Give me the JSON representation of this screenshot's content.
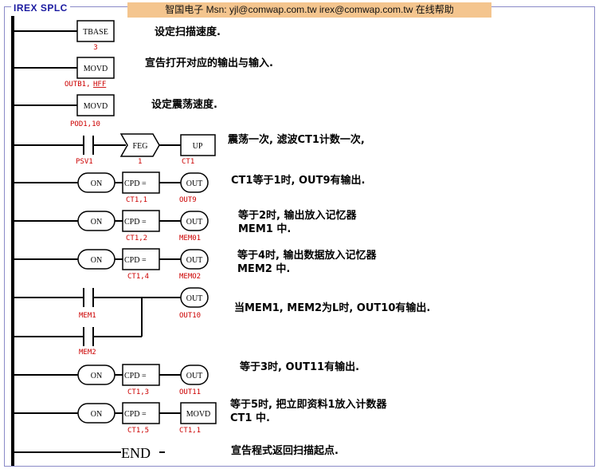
{
  "app": {
    "title": "IREX SPLC"
  },
  "banner": {
    "text": "智国电子    Msn: yjl@comwap.com.tw    irex@comwap.com.tw  在线帮助"
  },
  "rungs": [
    {
      "box": "TBASE",
      "label": "3",
      "comment": "设定扫描速度."
    },
    {
      "box": "MOVD",
      "label_a": "OUTB1,",
      "label_b": "HFF",
      "comment": "宣告打开对应的输出与输入."
    },
    {
      "box": "MOVD",
      "label": "POD1,10",
      "comment": "设定震荡速度."
    },
    {
      "contact_label": "PSV1",
      "feg": "FEG",
      "feg_label": "1",
      "up": "UP",
      "up_label": "CT1",
      "comment": "震荡一次, 滤波CT1计数一次,"
    },
    {
      "on": "ON",
      "cpd": "CPD =",
      "cpd_label": "CT1,1",
      "out": "OUT",
      "out_label": "OUT9",
      "comment": "CT1等于1时, OUT9有输出."
    },
    {
      "on": "ON",
      "cpd": "CPD =",
      "cpd_label": "CT1,2",
      "out": "OUT",
      "out_label": "MEM01",
      "comment": "等于2时, 输出放入记忆器",
      "comment2": "MEM1 中."
    },
    {
      "on": "ON",
      "cpd": "CPD =",
      "cpd_label": "CT1,4",
      "out": "OUT",
      "out_label": "MEMO2",
      "comment": "等于4时, 输出数据放入记忆器",
      "comment2": "MEM2 中."
    },
    {
      "contact1_label": "MEM1",
      "contact2_label": "MEM2",
      "out": "OUT",
      "out_label": "OUT10",
      "comment": "当MEM1, MEM2为L时, OUT10有输出."
    },
    {
      "on": "ON",
      "cpd": "CPD =",
      "cpd_label": "CT1,3",
      "out": "OUT",
      "out_label": "OUT11",
      "comment": "等于3时, OUT11有输出."
    },
    {
      "on": "ON",
      "cpd": "CPD =",
      "cpd_label": "CT1,5",
      "box": "MOVD",
      "box_label": "CT1,1",
      "comment": "等于5时, 把立即资料1放入计数器",
      "comment2": "CT1 中."
    },
    {
      "end": "END",
      "comment": "宣告程式返回扫描起点."
    }
  ]
}
